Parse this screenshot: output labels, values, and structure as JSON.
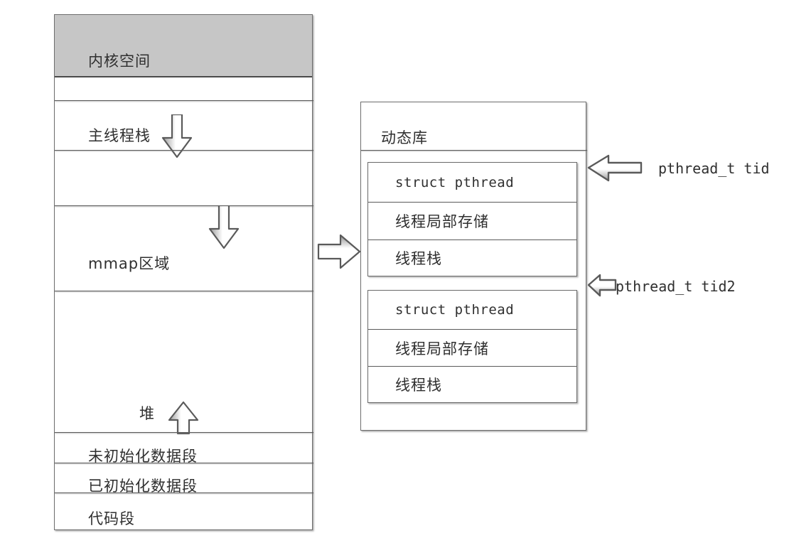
{
  "diagram": {
    "title": "Linux process memory layout with pthread structures",
    "colors": {
      "kernel_fill": "#c6c6c6",
      "line": "#5a5a5a",
      "text": "#2f2f2f",
      "background": "#ffffff"
    }
  },
  "address_space": {
    "name": "process-address-space",
    "segments": [
      {
        "id": "kernel",
        "label": "内核空间",
        "shaded": true,
        "arrow": "none"
      },
      {
        "id": "gap1",
        "label": "",
        "shaded": false,
        "arrow": "none"
      },
      {
        "id": "mainstack",
        "label": "主线程栈",
        "shaded": false,
        "arrow": "down"
      },
      {
        "id": "gap2",
        "label": "",
        "shaded": false,
        "arrow": "none"
      },
      {
        "id": "mmap",
        "label": "mmap区域",
        "shaded": false,
        "arrow": "down"
      },
      {
        "id": "heap",
        "label": "堆",
        "shaded": false,
        "arrow": "up"
      },
      {
        "id": "bss",
        "label": "未初始化数据段",
        "shaded": false,
        "arrow": "none"
      },
      {
        "id": "data",
        "label": "已初始化数据段",
        "shaded": false,
        "arrow": "none"
      },
      {
        "id": "text",
        "label": "代码段",
        "shaded": false,
        "arrow": "none"
      }
    ]
  },
  "dynamic_library": {
    "name": "dynamic-library-box",
    "title": "动态库",
    "thread_blocks": [
      {
        "id": "thread-1",
        "rows": [
          "struct pthread",
          "线程局部存储",
          "线程栈"
        ],
        "callout": "pthread_t tid"
      },
      {
        "id": "thread-2",
        "rows": [
          "struct pthread",
          "线程局部存储",
          "线程栈"
        ],
        "callout": "pthread_t tid2"
      }
    ]
  },
  "connector": {
    "name": "mmap-to-dynlib-arrow",
    "direction": "right",
    "label": ""
  }
}
